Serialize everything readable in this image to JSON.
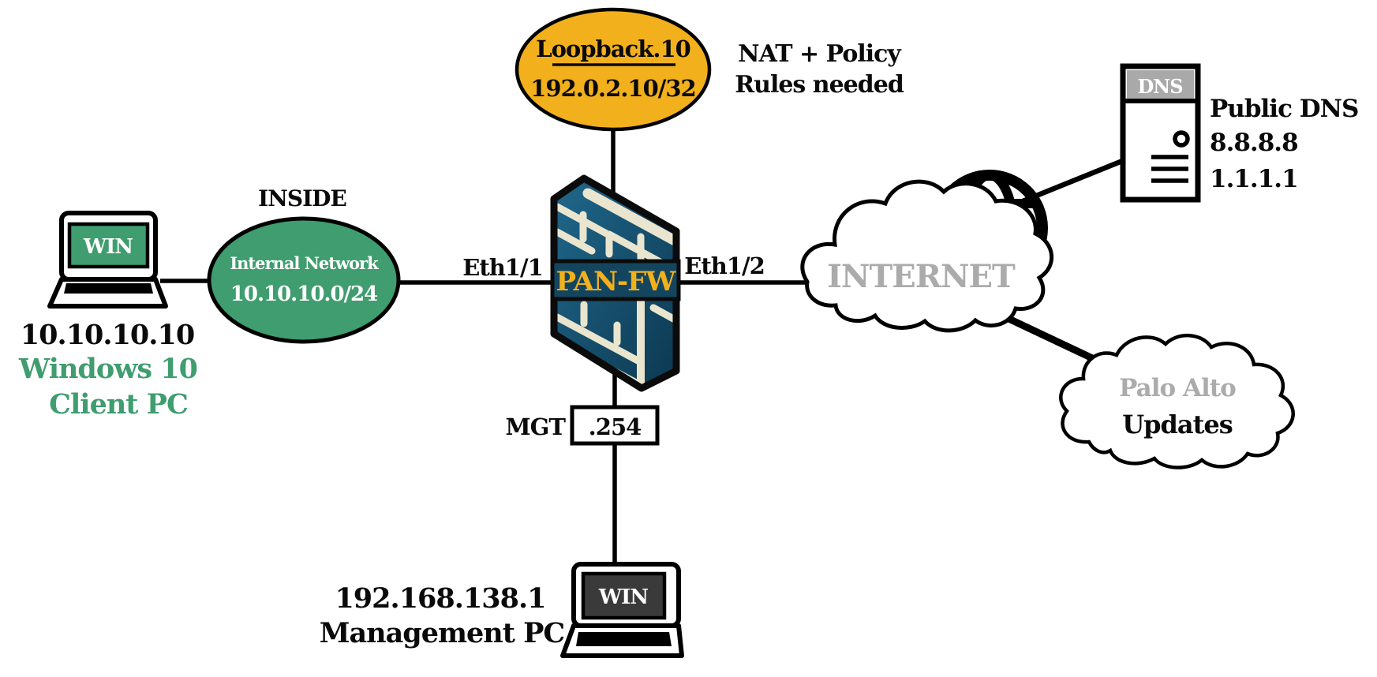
{
  "colors": {
    "accent_gold": "#F2B01D",
    "accent_green": "#3F9D6F",
    "wall_blue_light": "#20688C",
    "wall_blue_dark": "#0C3850",
    "banner_navy": "#14455E",
    "brick_cream": "#EAE5CE",
    "muted_gray": "#ABABAB",
    "dns_header_gray": "#A9A9A9",
    "mgmt_screen_dark": "#3A3A3A",
    "line_black": "#000000"
  },
  "nodes": {
    "loopback": {
      "name": "Loopback.10",
      "ip": "192.0.2.10/32"
    },
    "nat_note": {
      "line1": "NAT + Policy",
      "line2": "Rules needed"
    },
    "client_pc": {
      "screen_label": "WIN",
      "ip": "10.10.10.10",
      "os": "Windows 10",
      "role": "Client PC"
    },
    "inside_network": {
      "zone": "INSIDE",
      "name": "Internal Network",
      "cidr": "10.10.10.0/24"
    },
    "firewall": {
      "name": "PAN-FW",
      "if_left": "Eth1/1",
      "if_right": "Eth1/2",
      "mgmt_label": "MGT",
      "mgmt_value": ".254"
    },
    "internet_cloud": {
      "label": "INTERNET"
    },
    "public_dns": {
      "badge": "DNS",
      "title": "Public DNS",
      "ip_primary": "8.8.8.8",
      "ip_secondary": "1.1.1.1"
    },
    "updates_cloud": {
      "line1": "Palo Alto",
      "line2": "Updates"
    },
    "management_pc": {
      "screen_label": "WIN",
      "ip": "192.168.138.1",
      "role": "Management PC"
    }
  }
}
